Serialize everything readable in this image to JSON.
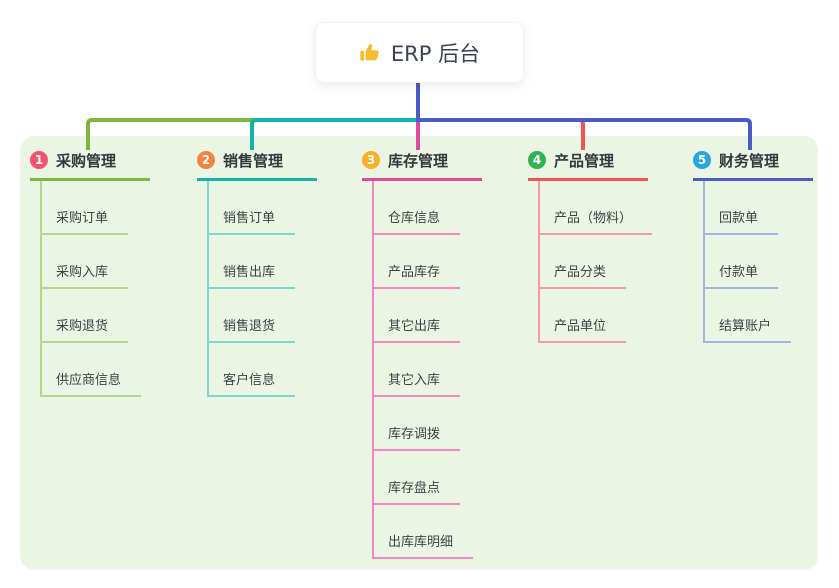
{
  "root": {
    "title": "ERP 后台",
    "icon": "thumbs-up-icon",
    "icon_color": "#f5bd2e"
  },
  "panel": {
    "background": "#eaf6e3"
  },
  "trunk_color": "#4a5ac6",
  "branches": [
    {
      "index": "1",
      "label": "采购管理",
      "badge_color": "#f4536b",
      "line_color": "#7cb83e",
      "child_line_color": "#b3d889",
      "children": [
        "采购订单",
        "采购入库",
        "采购退货",
        "供应商信息"
      ]
    },
    {
      "index": "2",
      "label": "销售管理",
      "badge_color": "#f7823c",
      "line_color": "#13b3a9",
      "child_line_color": "#7ed6ce",
      "children": [
        "销售订单",
        "销售出库",
        "销售退货",
        "客户信息"
      ]
    },
    {
      "index": "3",
      "label": "库存管理",
      "badge_color": "#f8b02c",
      "line_color": "#df4b9c",
      "child_line_color": "#f287c1",
      "children": [
        "仓库信息",
        "产品库存",
        "其它出库",
        "其它入库",
        "库存调拨",
        "库存盘点",
        "出库库明细"
      ]
    },
    {
      "index": "4",
      "label": "产品管理",
      "badge_color": "#2fb356",
      "line_color": "#f25353",
      "child_line_color": "#f79c9c",
      "children": [
        "产品（物料）",
        "产品分类",
        "产品单位"
      ]
    },
    {
      "index": "5",
      "label": "财务管理",
      "badge_color": "#27a6e2",
      "line_color": "#4a5ac6",
      "child_line_color": "#9fb5e4",
      "children": [
        "回款单",
        "付款单",
        "结算账户"
      ]
    }
  ]
}
